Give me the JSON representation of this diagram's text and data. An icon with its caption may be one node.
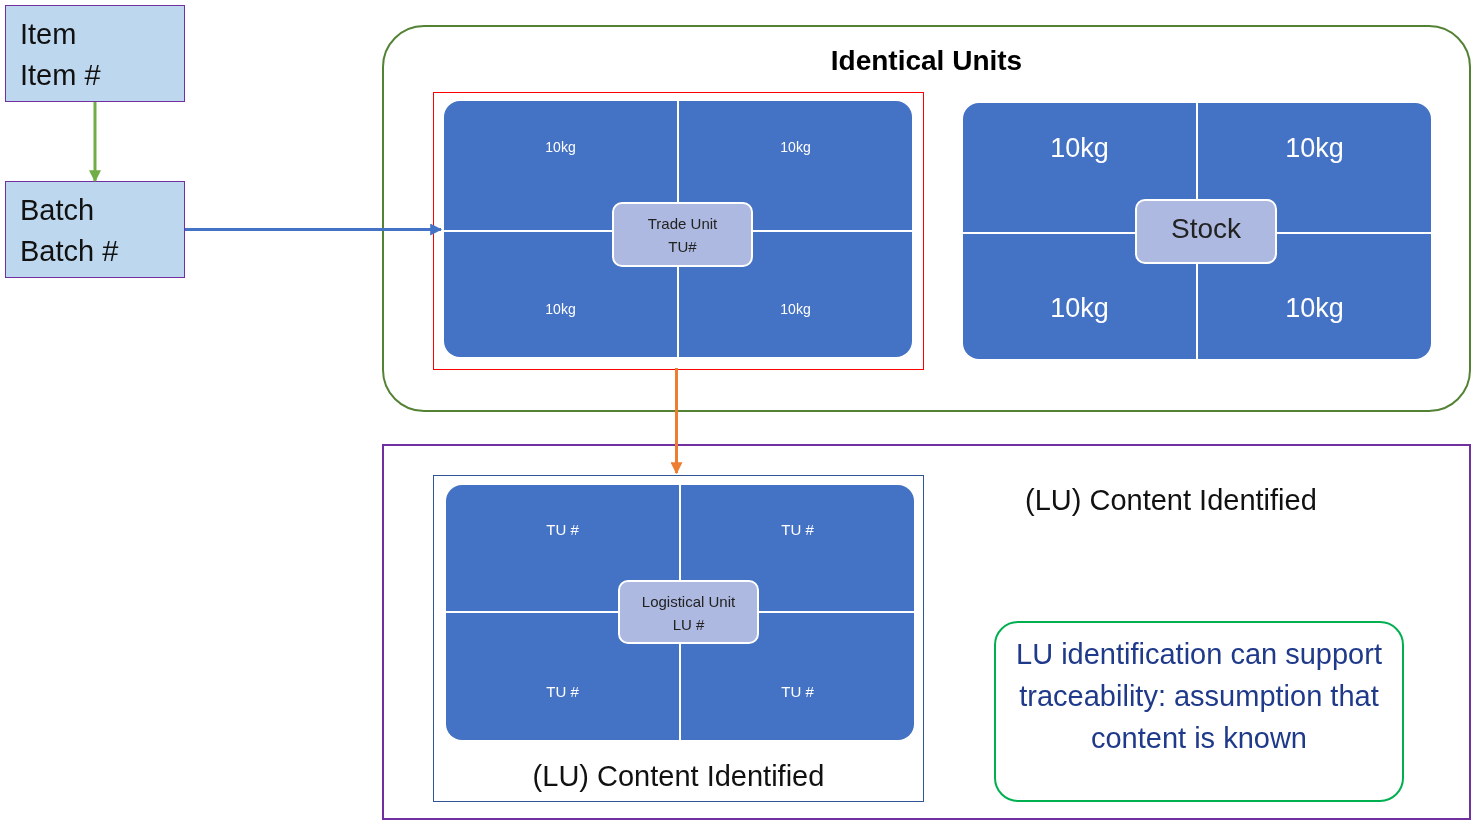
{
  "diagram": {
    "nodes": [
      {
        "text": [
          "Item",
          "Item #"
        ]
      },
      {
        "text": [
          "Batch",
          "Batch #"
        ]
      },
      {
        "text": [
          "Identical Units"
        ]
      },
      {
        "text": [],
        "shape": "box",
        "in": 2
      },
      {
        "text": [],
        "shape": "box",
        "in": 3
      },
      {
        "text": [
          "10kg"
        ],
        "in": 4
      },
      {
        "text": [
          "10kg"
        ],
        "in": 4
      },
      {
        "text": [
          "10kg"
        ],
        "in": 4
      },
      {
        "text": [
          "10kg"
        ],
        "in": 4
      },
      {
        "text": [
          "Trade Unit",
          "TU#"
        ],
        "in": 4
      },
      {
        "text": [],
        "shape": "box",
        "in": 2
      },
      {
        "text": [
          "10kg"
        ],
        "in": 10
      },
      {
        "text": [
          "10kg"
        ],
        "in": 10
      },
      {
        "text": [
          "10kg"
        ],
        "in": 10
      },
      {
        "text": [
          "10kg"
        ],
        "in": 10
      },
      {
        "text": [
          "Stock"
        ],
        "in": 10
      },
      {
        "text": [
          "(LU) Content Identified"
        ]
      },
      {
        "text": [
          "(LU) Content Identified"
        ],
        "in": 16
      },
      {
        "text": [],
        "shape": "box",
        "in": 17
      },
      {
        "text": [
          "TU #"
        ],
        "in": 18
      },
      {
        "text": [
          "TU #"
        ],
        "in": 18
      },
      {
        "text": [
          "TU #"
        ],
        "in": 18
      },
      {
        "text": [
          "TU #"
        ],
        "in": 18
      },
      {
        "text": [
          "Logistical Unit",
          "LU #"
        ],
        "in": 18
      },
      {
        "text": [
          "LU identification can support traceability: assumption that content is known"
        ],
        "in": 16
      }
    ],
    "edges": [
      {
        "from": 0,
        "to": 1,
        "arrow": "to",
        "color": "#70ad47"
      },
      {
        "from": 1,
        "to": 4,
        "arrow": "to",
        "color": "#4472c4"
      },
      {
        "from": 3,
        "to": 17,
        "arrow": "to",
        "color": "#ed7d31"
      }
    ]
  }
}
